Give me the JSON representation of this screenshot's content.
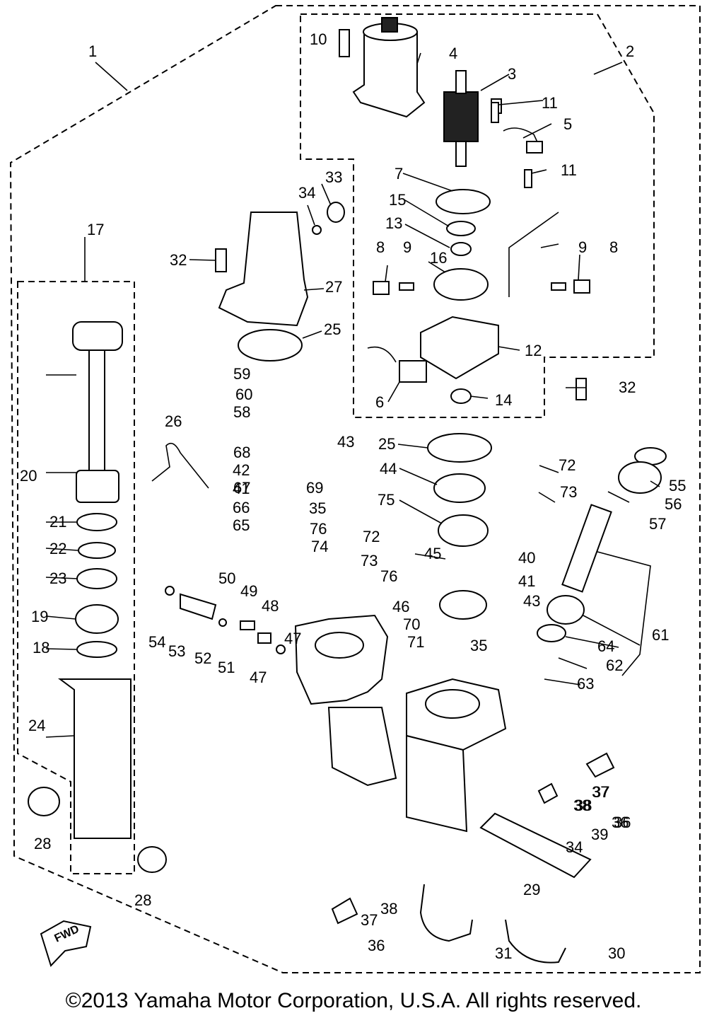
{
  "diagram": {
    "labels": [
      "1",
      "2",
      "3",
      "4",
      "5",
      "6",
      "7",
      "8",
      "8",
      "9",
      "9",
      "10",
      "11",
      "11",
      "12",
      "13",
      "14",
      "15",
      "16",
      "17",
      "18",
      "19",
      "20",
      "21",
      "22",
      "23",
      "24",
      "25",
      "25",
      "26",
      "27",
      "28",
      "28",
      "29",
      "30",
      "31",
      "32",
      "32",
      "33",
      "34",
      "34",
      "35",
      "35",
      "36",
      "36",
      "36",
      "37",
      "37",
      "37",
      "38",
      "38",
      "38",
      "39",
      "40",
      "41",
      "41",
      "42",
      "43",
      "43",
      "44",
      "45",
      "46",
      "47",
      "47",
      "48",
      "49",
      "50",
      "51",
      "52",
      "53",
      "54",
      "55",
      "56",
      "57",
      "58",
      "59",
      "60",
      "61",
      "62",
      "63",
      "64",
      "65",
      "66",
      "67",
      "68",
      "69",
      "70",
      "71",
      "72",
      "72",
      "73",
      "73",
      "74",
      "75",
      "76",
      "76"
    ],
    "fwd_marker": "FWD"
  },
  "footer": {
    "copyright": "©2013 Yamaha Motor Corporation, U.S.A. All rights reserved."
  }
}
